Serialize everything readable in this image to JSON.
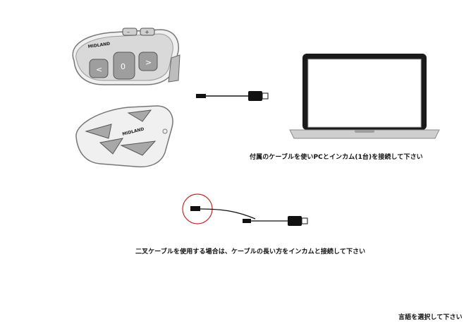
{
  "device_upper": {
    "brand": "MIDLAND",
    "center_label": "0",
    "left_label": "<",
    "right_label": ">"
  },
  "device_lower": {
    "brand": "MIDLAND"
  },
  "captions": {
    "connect": "付属のケーブルを使いPCとインカム(1台)を接続して下さい",
    "splitter": "二叉ケーブルを使用する場合は、ケーブルの長い方をインカムと接続して下さい",
    "language": "言語を選択して下さい"
  },
  "colors": {
    "highlight_circle": "#c62828"
  },
  "icons": [
    "laptop-icon",
    "usb-cable-icon",
    "y-cable-icon"
  ]
}
